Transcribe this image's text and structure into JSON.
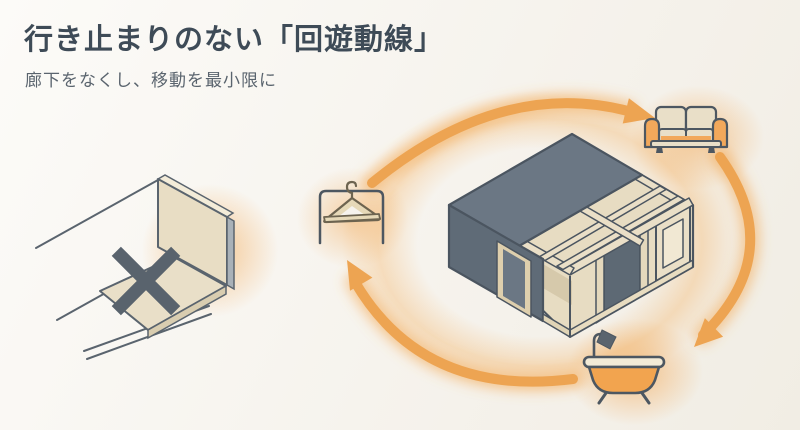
{
  "header": {
    "title": "行き止まりのない「回遊動線」",
    "subtitle": "廊下をなくし、移動を最小限に"
  },
  "diagram": {
    "flow": {
      "type": "cycle",
      "direction": "clockwise",
      "nodes": [
        {
          "id": "closet",
          "icon": "hanger-icon"
        },
        {
          "id": "living",
          "icon": "sofa-icon"
        },
        {
          "id": "bathroom",
          "icon": "bathtub-icon"
        }
      ],
      "center_icon": "floor-plan-model-icon",
      "negative_example_icon": "dead-end-corridor-x-icon"
    },
    "colors": {
      "accent_orange": "#EDA452",
      "glow_orange": "#F3A64A",
      "model_roof": "#6B7784",
      "model_side": "#5F6B77",
      "outline": "#4B5560",
      "beige_light": "#EADFC7",
      "beige_mid": "#E4D8BC",
      "x_mark": "#59636D",
      "title_text": "#3E4B57",
      "subtitle_text": "#5A646E",
      "background": "#F5F2EB"
    }
  }
}
